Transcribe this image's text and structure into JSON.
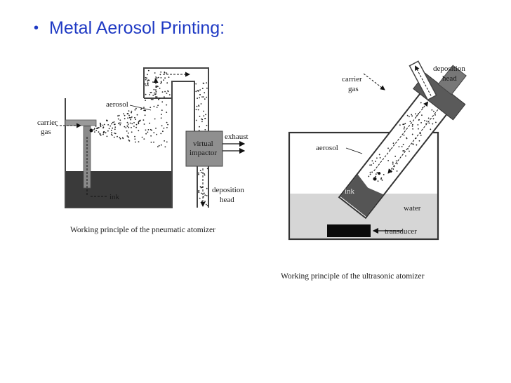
{
  "slide": {
    "title": "Metal Aerosol Printing:"
  },
  "pneumatic": {
    "labels": {
      "carrier": "carrier",
      "gas": "gas",
      "aerosol": "aerosol",
      "virtual": "virtual",
      "impactor": "impactor",
      "exhaust": "exhaust",
      "ink": "ink",
      "deposition": "deposition",
      "head": "head"
    },
    "caption": "Working principle of the pneumatic atomizer"
  },
  "ultrasonic": {
    "labels": {
      "carrier": "carrier",
      "gas": "gas",
      "deposition": "deposition",
      "head": "head",
      "aerosol": "aerosol",
      "ink": "ink",
      "water": "water",
      "transducer": "transducer"
    },
    "caption": "Working principle of the ultrasonic atomizer"
  }
}
